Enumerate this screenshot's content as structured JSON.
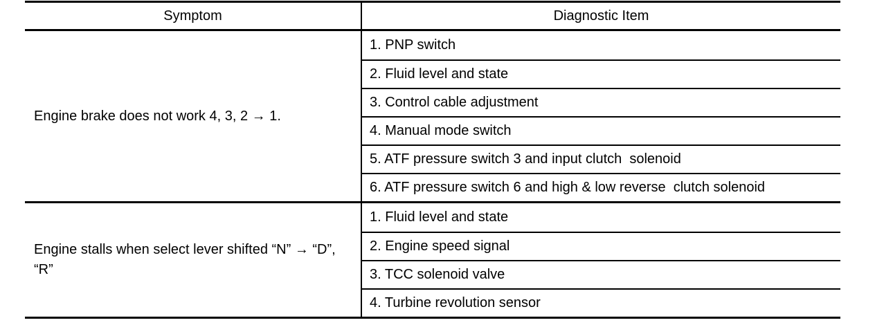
{
  "colors": {
    "background": "#ffffff",
    "border": "#000000",
    "text": "#000000"
  },
  "table": {
    "headers": {
      "symptom": "Symptom",
      "diagnostic": "Diagnostic Item"
    },
    "sections": [
      {
        "symptom": "Engine brake does not work 4, 3, 2 → 1.",
        "items": [
          "1. PNP switch",
          "2. Fluid level and state",
          "3. Control cable adjustment",
          "4. Manual mode switch",
          "5. ATF pressure switch 3 and input clutch  solenoid",
          "6. ATF pressure switch 6 and high & low reverse  clutch solenoid"
        ]
      },
      {
        "symptom": "Engine stalls when select lever shifted “N” → “D”, “R”",
        "items": [
          "1. Fluid level and state",
          "2. Engine speed signal",
          "3. TCC solenoid valve",
          "4. Turbine revolution sensor"
        ]
      }
    ]
  }
}
